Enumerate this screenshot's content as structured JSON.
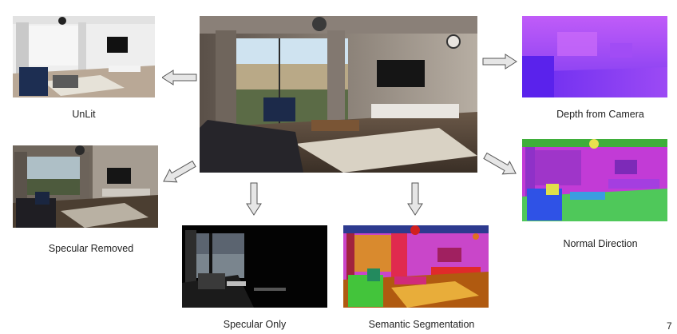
{
  "panels": {
    "center": {
      "label": ""
    },
    "unlit": {
      "caption": "UnLit"
    },
    "specular_removed": {
      "caption": "Specular Removed"
    },
    "specular_only": {
      "caption": "Specular Only"
    },
    "semantic_segmentation": {
      "caption": "Semantic Segmentation"
    },
    "depth": {
      "caption": "Depth from Camera"
    },
    "normal": {
      "caption": "Normal Direction"
    }
  },
  "page_number": "7",
  "colors": {
    "arrow_fill": "#e6e6e6",
    "arrow_stroke": "#555555",
    "depth_main": "#b04cf2",
    "normal_main": "#c23bd6",
    "seg_main": "#c946c9"
  }
}
